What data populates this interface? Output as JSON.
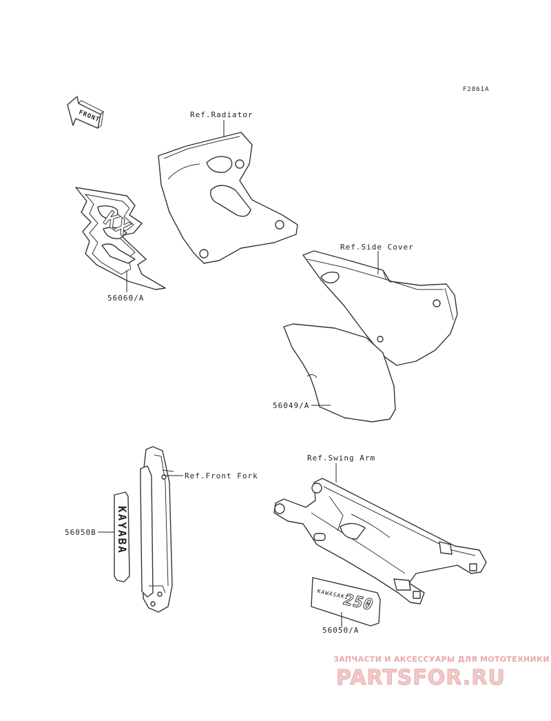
{
  "figure_id": "F2861A",
  "front_arrow": {
    "text": "FRONT"
  },
  "labels": {
    "ref_radiator": "Ref.Radiator",
    "ref_side_cover": "Ref.Side Cover",
    "ref_front_fork": "Ref.Front Fork",
    "ref_swing_arm": "Ref.Swing Arm"
  },
  "parts": {
    "kx_decal": "56060/A",
    "side_cover_decal": "56049/A",
    "fork_decal": "56050B",
    "swing_arm_decal": "56050/A"
  },
  "decal_texts": {
    "kx_logo": "KX",
    "fork_text": "KAYABA",
    "swing_small": "KAWASAKI",
    "swing_big": "250"
  },
  "watermark": {
    "tagline": "ЗАПЧАСТИ И АКСЕССУАРЫ ДЛЯ МОТОТЕХНИКИ",
    "logo": "PARTSFOR.RU"
  },
  "colors": {
    "line": "#333333",
    "watermark": "#e9a8a8"
  }
}
